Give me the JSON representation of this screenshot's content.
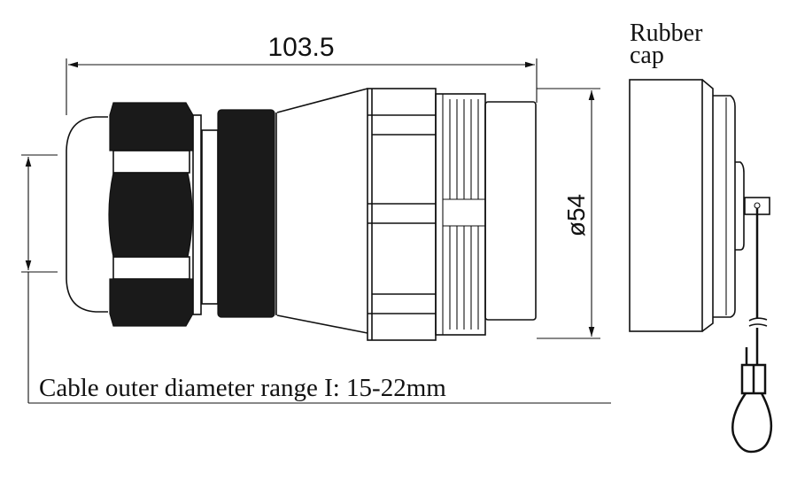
{
  "drawing": {
    "overall_length": "103.5",
    "diameter": "ø54",
    "cable_range_label": "Cable outer  diameter range I: 15-22mm",
    "cap_label_line1": "Rubber",
    "cap_label_line2": "cap"
  }
}
